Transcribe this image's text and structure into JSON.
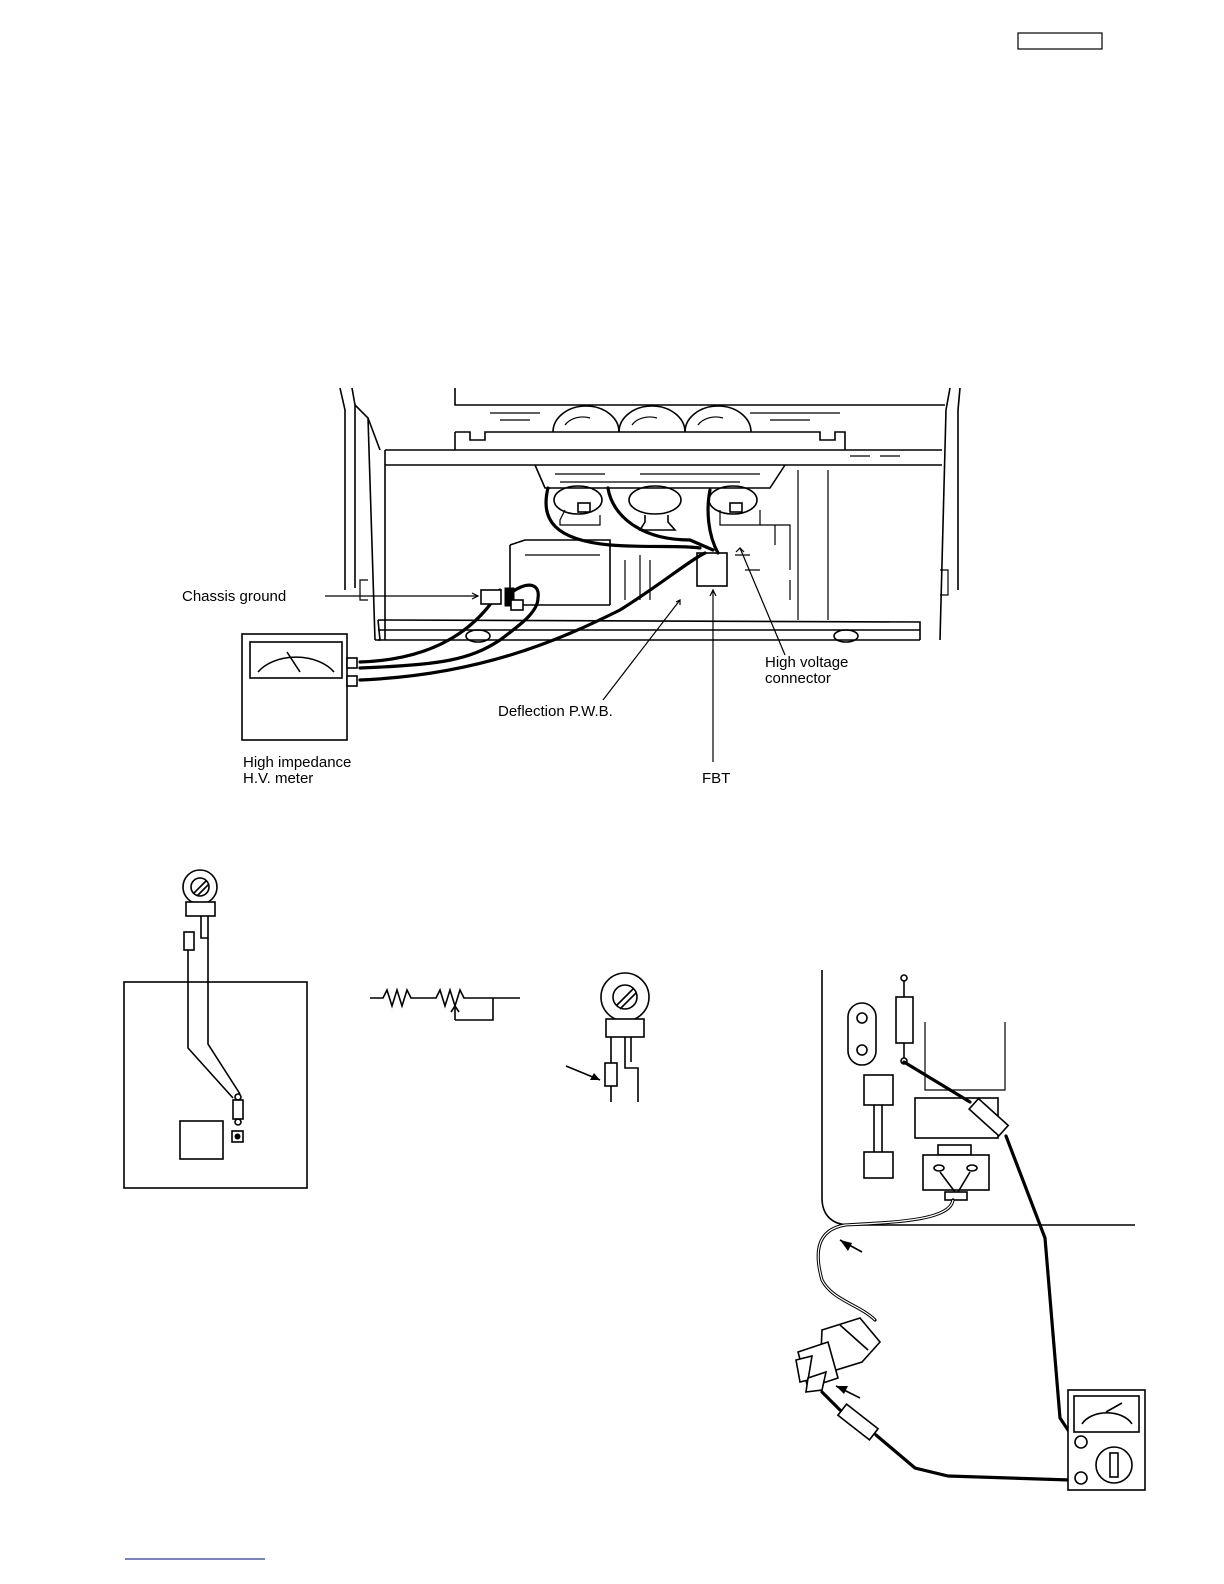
{
  "labels": {
    "chassis_ground": "Chassis ground",
    "high_voltage_1": "High voltage",
    "high_voltage_2": "connector",
    "deflection_pwb": "Deflection P.W.B.",
    "meter_1": "High impedance",
    "meter_2": "H.V. meter",
    "fbt": "FBT"
  }
}
